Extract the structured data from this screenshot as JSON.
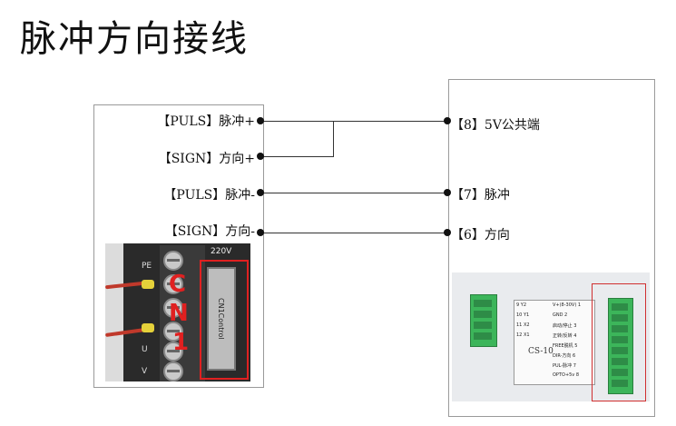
{
  "title": "脉冲方向接线",
  "left_pins": [
    {
      "label": "【PULS】脉冲+"
    },
    {
      "label": "【SIGN】方向+"
    },
    {
      "label": "【PULS】脉冲-"
    },
    {
      "label": "【SIGN】方向-"
    }
  ],
  "right_pins": [
    {
      "label": "【8】5V公共端"
    },
    {
      "label": "【7】脉冲"
    },
    {
      "label": "【6】方向"
    }
  ],
  "drive_photo": {
    "voltage": "220V",
    "terminals": [
      "PE",
      "U",
      "V"
    ],
    "connector_label": "CN1Control",
    "cn_letters": [
      "C",
      "N",
      "1"
    ]
  },
  "controller_photo": {
    "model": "CS-10",
    "left_pins": [
      "9 Y2",
      "10 Y1",
      "11 X2",
      "12 X1"
    ],
    "right_rows": [
      "V+(8-30V) 1",
      "GND 2",
      "启动/停止 3",
      "正转/反转 4",
      "FREE脱机 5",
      "DIR-方向 6",
      "PUL-脉冲 7",
      "OPTO+5v 8"
    ]
  },
  "colors": {
    "wire": "#333333",
    "highlight": "#e02020",
    "terminal_green": "#3cb55a"
  }
}
